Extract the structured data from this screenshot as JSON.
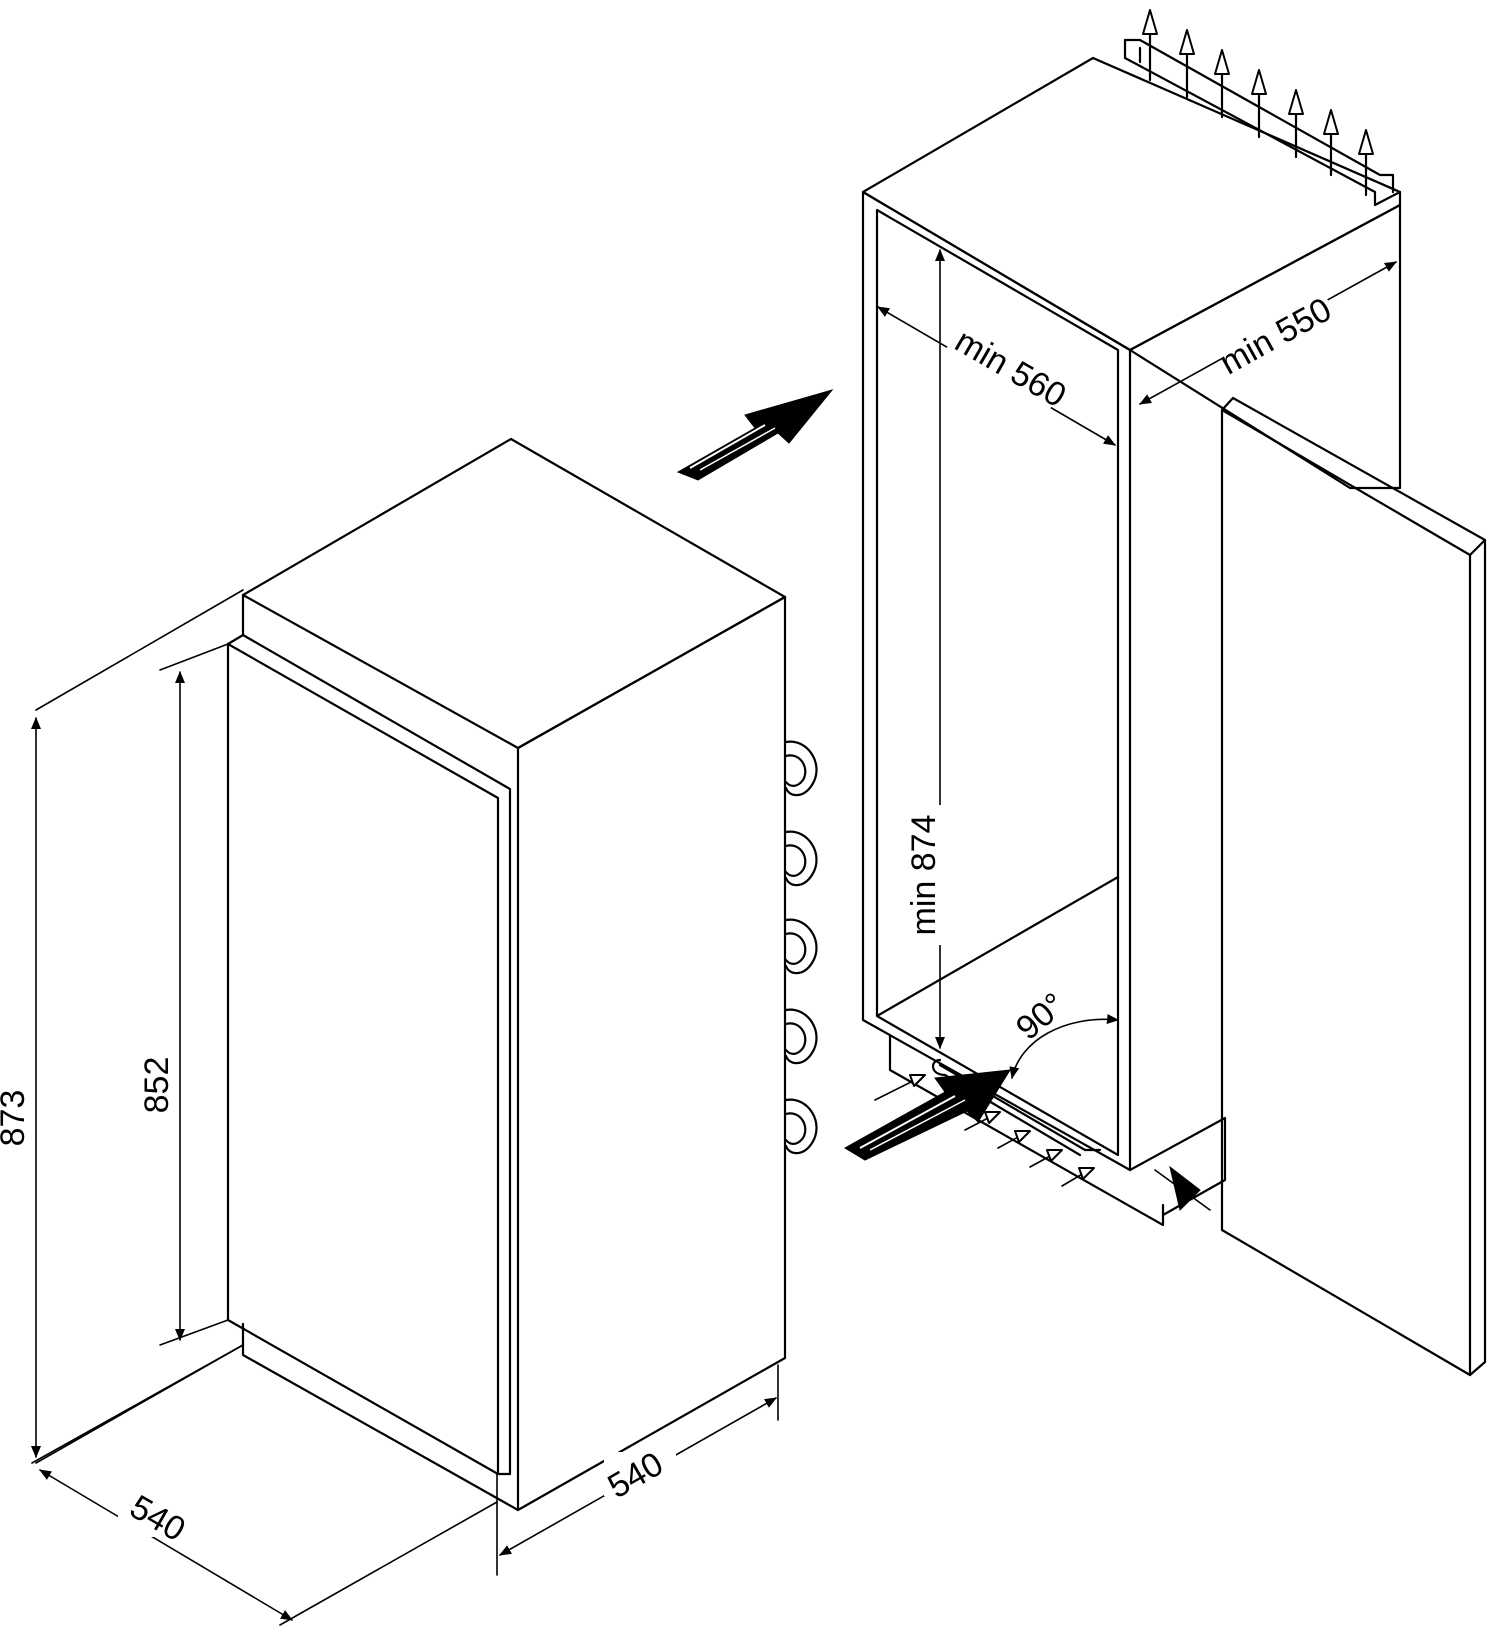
{
  "labels": {
    "appliance_height": "873",
    "door_height": "852",
    "depth": "540",
    "width": "540",
    "niche_width": "min 560",
    "niche_depth": "min 550",
    "niche_height": "min  874",
    "door_angle": "90°"
  },
  "colors": {
    "line": "#000000",
    "background": "#ffffff"
  },
  "icons": [
    "direction-arrow-icon",
    "airflow-arrow-icon",
    "hinge-icon"
  ]
}
